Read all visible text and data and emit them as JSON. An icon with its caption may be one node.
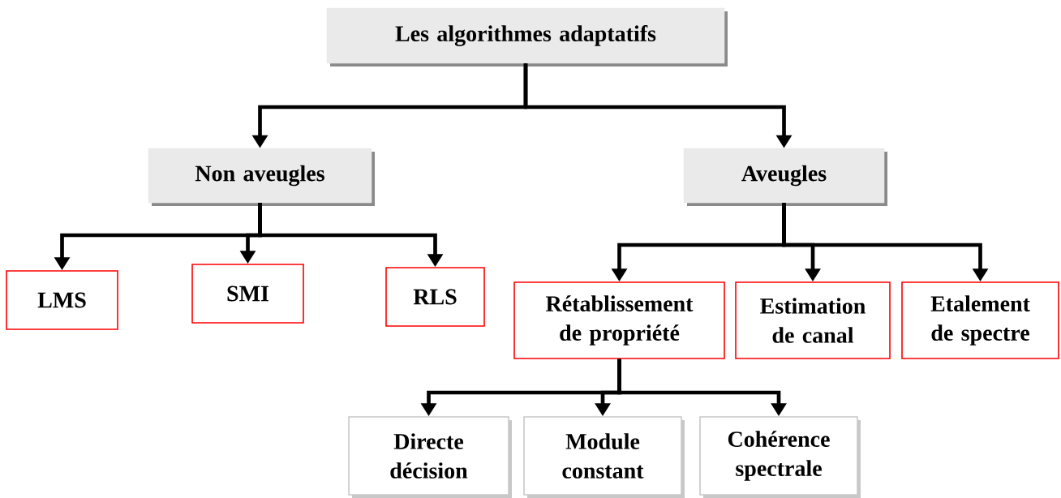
{
  "diagram": {
    "nodes": [
      {
        "text": [
          "Les algorithmes adaptatifs"
        ]
      },
      {
        "text": [
          "Non aveugles"
        ]
      },
      {
        "text": [
          "Aveugles"
        ]
      },
      {
        "text": [
          "LMS"
        ]
      },
      {
        "text": [
          "SMI"
        ]
      },
      {
        "text": [
          "RLS"
        ]
      },
      {
        "text": [
          "Rétablissement de propriété"
        ]
      },
      {
        "text": [
          "Estimation de canal"
        ]
      },
      {
        "text": [
          "Etalement de spectre"
        ]
      },
      {
        "text": [
          "Directe décision"
        ]
      },
      {
        "text": [
          "Module constant"
        ]
      },
      {
        "text": [
          "Cohérence spectrale"
        ]
      }
    ],
    "edges": [
      {
        "from": 0,
        "to": 1,
        "arrow": "to"
      },
      {
        "from": 0,
        "to": 2,
        "arrow": "to"
      },
      {
        "from": 1,
        "to": 3,
        "arrow": "to"
      },
      {
        "from": 1,
        "to": 4,
        "arrow": "to"
      },
      {
        "from": 1,
        "to": 5,
        "arrow": "to"
      },
      {
        "from": 2,
        "to": 6,
        "arrow": "to"
      },
      {
        "from": 2,
        "to": 7,
        "arrow": "to"
      },
      {
        "from": 2,
        "to": 8,
        "arrow": "to"
      },
      {
        "from": 6,
        "to": 9,
        "arrow": "to"
      },
      {
        "from": 6,
        "to": 10,
        "arrow": "to"
      },
      {
        "from": 6,
        "to": 11,
        "arrow": "to"
      }
    ]
  }
}
